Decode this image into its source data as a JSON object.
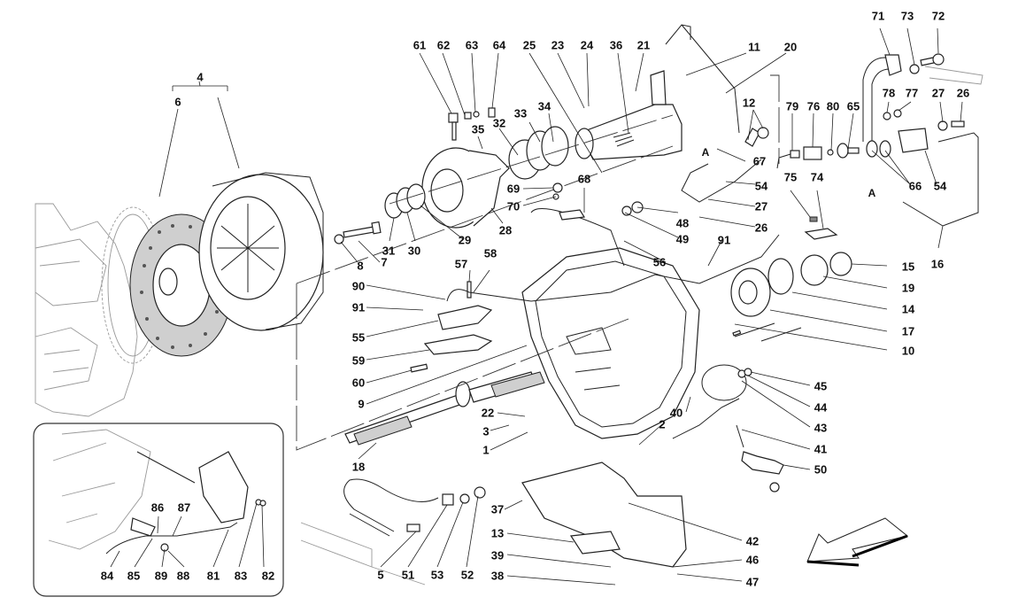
{
  "diagram": {
    "title": "Clutch and controls exploded parts diagram",
    "group_bracket_label": "4",
    "reference_marker": "A",
    "direction_arrow": "front-of-vehicle-arrow",
    "labels": [
      {
        "id": "4",
        "text": "4"
      },
      {
        "id": "6",
        "text": "6"
      },
      {
        "id": "61",
        "text": "61"
      },
      {
        "id": "62",
        "text": "62"
      },
      {
        "id": "63",
        "text": "63"
      },
      {
        "id": "64",
        "text": "64"
      },
      {
        "id": "25",
        "text": "25"
      },
      {
        "id": "23",
        "text": "23"
      },
      {
        "id": "24",
        "text": "24"
      },
      {
        "id": "36",
        "text": "36"
      },
      {
        "id": "21",
        "text": "21"
      },
      {
        "id": "11",
        "text": "11"
      },
      {
        "id": "20",
        "text": "20"
      },
      {
        "id": "71",
        "text": "71"
      },
      {
        "id": "73",
        "text": "73"
      },
      {
        "id": "72",
        "text": "72"
      },
      {
        "id": "35",
        "text": "35"
      },
      {
        "id": "34",
        "text": "34"
      },
      {
        "id": "33",
        "text": "33"
      },
      {
        "id": "32",
        "text": "32"
      },
      {
        "id": "12",
        "text": "12"
      },
      {
        "id": "79",
        "text": "79"
      },
      {
        "id": "76",
        "text": "76"
      },
      {
        "id": "80",
        "text": "80"
      },
      {
        "id": "65",
        "text": "65"
      },
      {
        "id": "78",
        "text": "78"
      },
      {
        "id": "77",
        "text": "77"
      },
      {
        "id": "27a",
        "text": "27"
      },
      {
        "id": "26a",
        "text": "26"
      },
      {
        "id": "67",
        "text": "67"
      },
      {
        "id": "69",
        "text": "69"
      },
      {
        "id": "68",
        "text": "68"
      },
      {
        "id": "70",
        "text": "70"
      },
      {
        "id": "54a",
        "text": "54"
      },
      {
        "id": "66",
        "text": "66"
      },
      {
        "id": "54b",
        "text": "54"
      },
      {
        "id": "75",
        "text": "75"
      },
      {
        "id": "74",
        "text": "74"
      },
      {
        "id": "27b",
        "text": "27"
      },
      {
        "id": "48",
        "text": "48"
      },
      {
        "id": "49",
        "text": "49"
      },
      {
        "id": "26b",
        "text": "26"
      },
      {
        "id": "16",
        "text": "16"
      },
      {
        "id": "31",
        "text": "31"
      },
      {
        "id": "30",
        "text": "30"
      },
      {
        "id": "29",
        "text": "29"
      },
      {
        "id": "28",
        "text": "28"
      },
      {
        "id": "8",
        "text": "8"
      },
      {
        "id": "7",
        "text": "7"
      },
      {
        "id": "91a",
        "text": "91"
      },
      {
        "id": "15",
        "text": "15"
      },
      {
        "id": "57",
        "text": "57"
      },
      {
        "id": "58",
        "text": "58"
      },
      {
        "id": "56",
        "text": "56"
      },
      {
        "id": "90",
        "text": "90"
      },
      {
        "id": "19",
        "text": "19"
      },
      {
        "id": "91b",
        "text": "91"
      },
      {
        "id": "14",
        "text": "14"
      },
      {
        "id": "55",
        "text": "55"
      },
      {
        "id": "17",
        "text": "17"
      },
      {
        "id": "59",
        "text": "59"
      },
      {
        "id": "10",
        "text": "10"
      },
      {
        "id": "60",
        "text": "60"
      },
      {
        "id": "45",
        "text": "45"
      },
      {
        "id": "9",
        "text": "9"
      },
      {
        "id": "44",
        "text": "44"
      },
      {
        "id": "43",
        "text": "43"
      },
      {
        "id": "40",
        "text": "40"
      },
      {
        "id": "22",
        "text": "22"
      },
      {
        "id": "3",
        "text": "3"
      },
      {
        "id": "2",
        "text": "2"
      },
      {
        "id": "41",
        "text": "41"
      },
      {
        "id": "1",
        "text": "1"
      },
      {
        "id": "18",
        "text": "18"
      },
      {
        "id": "50",
        "text": "50"
      },
      {
        "id": "37",
        "text": "37"
      },
      {
        "id": "42",
        "text": "42"
      },
      {
        "id": "13",
        "text": "13"
      },
      {
        "id": "46",
        "text": "46"
      },
      {
        "id": "39",
        "text": "39"
      },
      {
        "id": "47",
        "text": "47"
      },
      {
        "id": "38",
        "text": "38"
      },
      {
        "id": "5",
        "text": "5"
      },
      {
        "id": "51",
        "text": "51"
      },
      {
        "id": "53",
        "text": "53"
      },
      {
        "id": "52",
        "text": "52"
      },
      {
        "id": "86",
        "text": "86"
      },
      {
        "id": "87",
        "text": "87"
      },
      {
        "id": "84",
        "text": "84"
      },
      {
        "id": "85",
        "text": "85"
      },
      {
        "id": "89",
        "text": "89"
      },
      {
        "id": "88",
        "text": "88"
      },
      {
        "id": "81",
        "text": "81"
      },
      {
        "id": "83",
        "text": "83"
      },
      {
        "id": "82",
        "text": "82"
      }
    ],
    "markers": [
      {
        "id": "A1",
        "text": "A"
      },
      {
        "id": "A2",
        "text": "A"
      }
    ]
  }
}
